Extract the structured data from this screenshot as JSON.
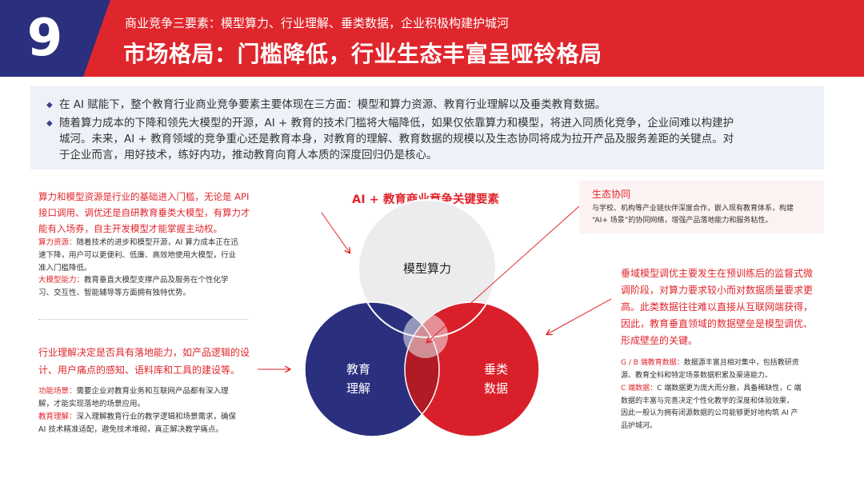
{
  "header": {
    "number": "9",
    "subtitle": "商业竞争三要素：模型算力、行业理解、垂类数据，企业积极构建护城河",
    "title": "市场格局：门槛降低，行业生态丰富呈哑铃格局",
    "colors": {
      "navy": "#2a2f7e",
      "red": "#e0262d"
    }
  },
  "intro": {
    "bullets": [
      "在 AI 赋能下，整个教育行业商业竞争要素主要体现在三方面：模型和算力资源、教育行业理解以及垂类教育数据。",
      "随着算力成本的下降和领先大模型的开源，AI + 教育的技术门槛将大幅降低，如果仅依靠算力和模型，将进入同质化竞争，企业间难以构建护",
      "城河。未来，AI + 教育领域的竞争重心还是教育本身，对教育的理解、教育数据的规模以及生态协同将成为拉开产品及服务差距的关键点。对",
      "于企业而言，用好技术，练好内功，推动教育向育人本质的深度回归仍是核心。"
    ]
  },
  "left_top": {
    "headline": [
      "算力和模型资源是行业的基础进入门槛，无论是 API",
      "接口调用、调优还是自研教育垂类大模型，有算力才",
      "能有入场券，自主开发模型才能掌握主动权。"
    ],
    "items": [
      {
        "label": "算力资源：",
        "text1": "随着技术的进步和模型开源，AI 算力成本正在迅",
        "text2": "速下降，用户可以更便利、低廉、高效地使用大模型，行业",
        "text3": "准入门槛降低。"
      },
      {
        "label": "大模型能力：",
        "text1": "教育垂直大模型支撑产品及服务在个性化学",
        "text2": "习、交互性、智能辅导等方面拥有独特优势。",
        "text3": ""
      }
    ]
  },
  "left_bottom": {
    "headline": [
      "行业理解决定是否具有落地能力，如产品逻辑的设",
      "计、用户痛点的感知、语料库和工具的建设等。"
    ],
    "items": [
      {
        "label": "功能场景：",
        "text1": "需要企业对教育业务和互联网产品都有深入理",
        "text2": "解，才能实现落地的场景应用。"
      },
      {
        "label": "教育理解：",
        "text1": "深入理解教育行业的教学逻辑和场景需求，确保",
        "text2": "AI 技术精准适配，避免技术堆砌，真正解决教学痛点。"
      }
    ]
  },
  "venn": {
    "title": "AI + 教育商业竞争关键要素",
    "top": "模型算力",
    "left": [
      "教育",
      "理解"
    ],
    "right": [
      "垂类",
      "数据"
    ],
    "colors": {
      "top": "#ececee",
      "left": "#2a2f7e",
      "right": "#d9202a"
    }
  },
  "eco": {
    "title": "生态协同",
    "lines": [
      "与学校、机构等产业链伙伴深度合作，嵌入现有教育体系，构建",
      "“AI+ 场景”的协同网络，增强产品落地能力和服务粘性。"
    ]
  },
  "right": {
    "headline": [
      "垂域模型调优主要发生在预训练后的监督式微",
      "调阶段，对算力要求较小而对数据质量要求更",
      "高。此类数据往往难以直接从互联网端获得，",
      "因此，教育垂直领域的数据壁垒是模型调优、",
      "形成壁垒的关键。"
    ],
    "items": [
      {
        "label": "G / B 端教育数据：",
        "lines": [
          "数据源丰富且相对集中，包括教研资",
          "源、教育全科和特定场景数据积累及渠道能力。"
        ]
      },
      {
        "label": "C 端数据：",
        "lines": [
          "C 端数据更为庞大而分散，具备稀缺性，C 端",
          "数据的丰富与完善决定个性化教学的深度和体验效果，",
          "因此一般认为拥有闭源数据的公司能够更好地构筑 AI 产",
          "品护城河。"
        ]
      }
    ]
  }
}
